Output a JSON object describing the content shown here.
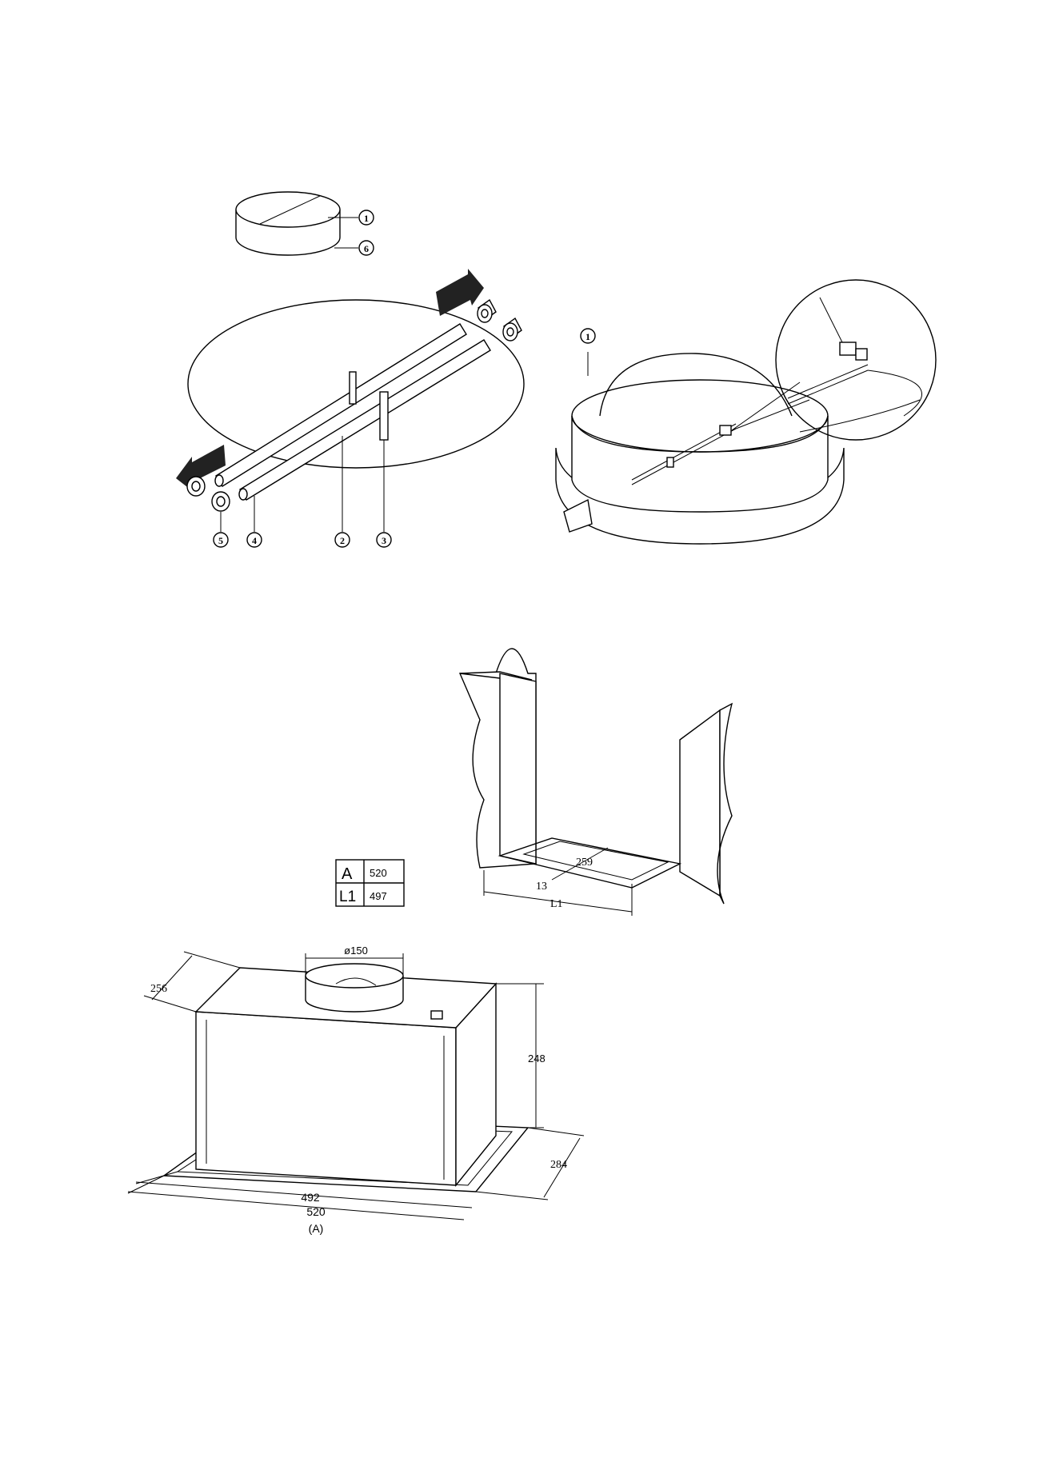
{
  "callouts": {
    "filter_top_1": "1",
    "filter_top_6": "6",
    "rod_5": "5",
    "rod_4": "4",
    "disc_2": "2",
    "pin_3": "3",
    "flange_1": "1"
  },
  "cabinet": {
    "width_label": "259",
    "depth_label": "13",
    "length_label": "L1"
  },
  "size_table": {
    "rows": [
      {
        "key": "A",
        "value": "520"
      },
      {
        "key": "L1",
        "value": "497"
      }
    ]
  },
  "hood": {
    "diameter_label": "ø150",
    "depth_top_label": "256",
    "height_label": "248",
    "depth_base_label": "284",
    "inner_width_label": "492",
    "outer_width_label": "520",
    "variant_label": "(A)"
  }
}
